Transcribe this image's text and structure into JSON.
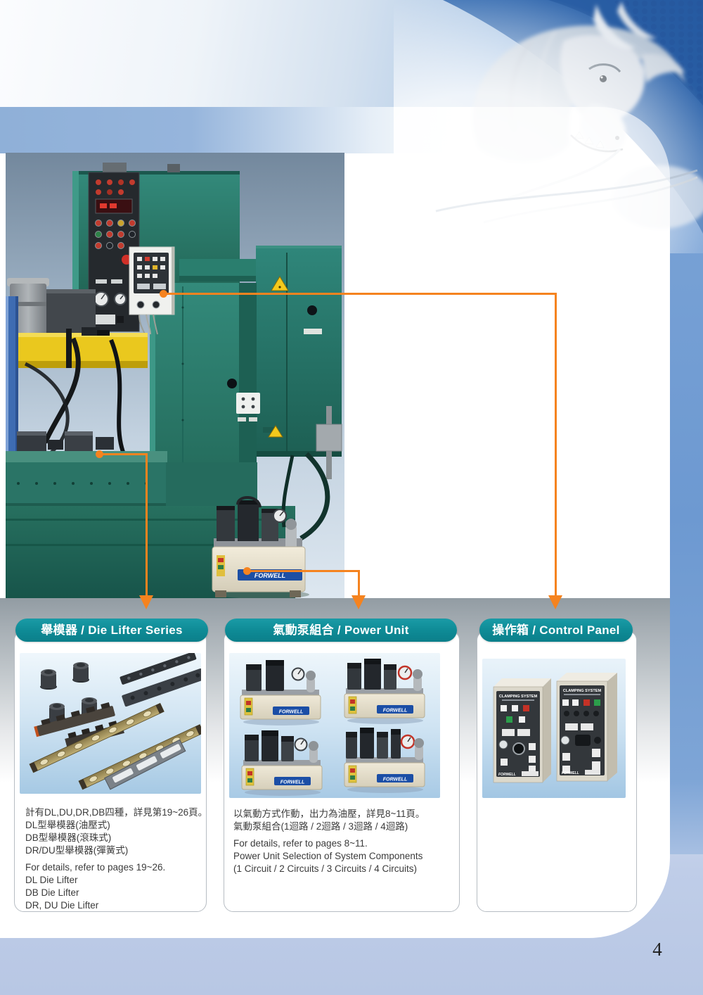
{
  "page": {
    "number": "4"
  },
  "brand": {
    "forwell": "FORWELL",
    "clamping_system": "CLAMPING SYSTEM"
  },
  "sections": [
    {
      "title": "舉模器 / Die Lifter Series",
      "zh": [
        "計有DL,DU,DR,DB四種，詳見第19~26頁。",
        "DL型舉模器(油壓式)",
        "DB型舉模器(滾珠式)",
        "DR/DU型舉模器(彈簧式)"
      ],
      "en": [
        "For details, refer to pages 19~26.",
        "DL Die Lifter",
        "DB Die Lifter",
        "DR, DU Die Lifter"
      ]
    },
    {
      "title": "氣動泵組合 / Power Unit",
      "zh": [
        "以氣動方式作動，出力為油壓，詳見8~11頁。",
        "氣動泵組合(1迴路 / 2迴路 / 3迴路 / 4迴路)"
      ],
      "en": [
        "For details, refer to pages 8~11.",
        "Power Unit Selection of System Components",
        "(1 Circuit / 2 Circuits / 3 Circuits / 4 Circuits)"
      ]
    },
    {
      "title": "操作箱 / Control Panel"
    }
  ],
  "colors": {
    "accent_teal": "#0e8a95",
    "accent_orange": "#f5831f",
    "machine_green": "#2b7d6f",
    "footer_periwinkle": "#bfcde8"
  }
}
